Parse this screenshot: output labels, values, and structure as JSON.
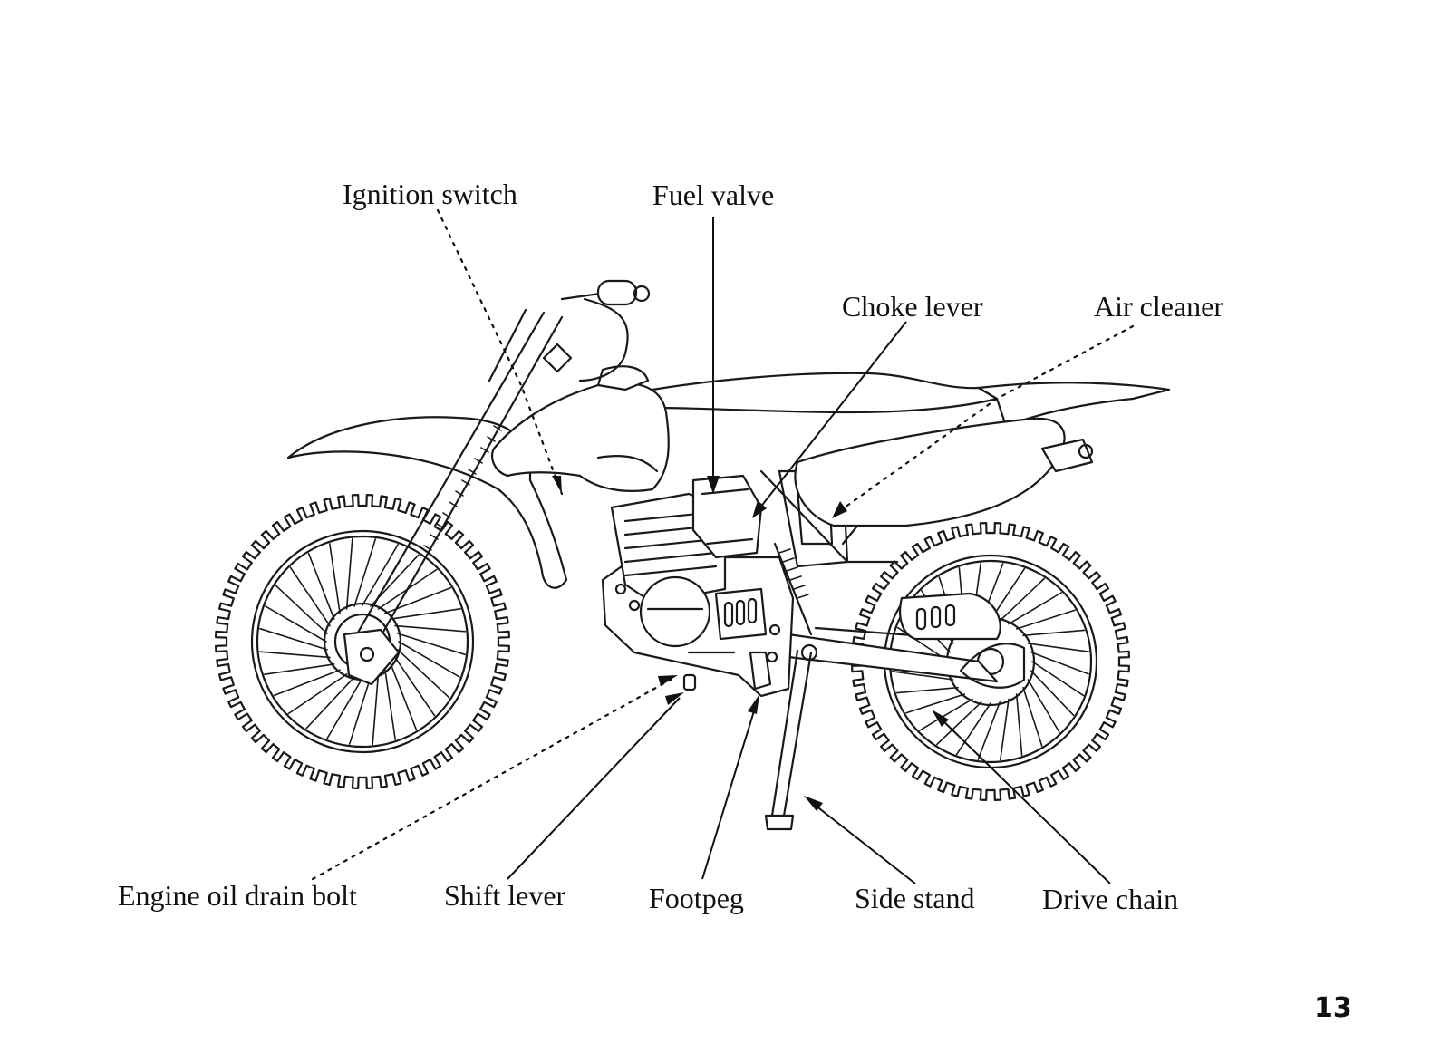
{
  "labels": {
    "ignition_switch": "Ignition switch",
    "fuel_valve": "Fuel valve",
    "choke_lever": "Choke lever",
    "air_cleaner": "Air cleaner",
    "engine_oil_drain_bolt": "Engine oil drain bolt",
    "shift_lever": "Shift lever",
    "footpeg": "Footpeg",
    "side_stand": "Side stand",
    "drive_chain": "Drive chain"
  },
  "page_number": "13"
}
